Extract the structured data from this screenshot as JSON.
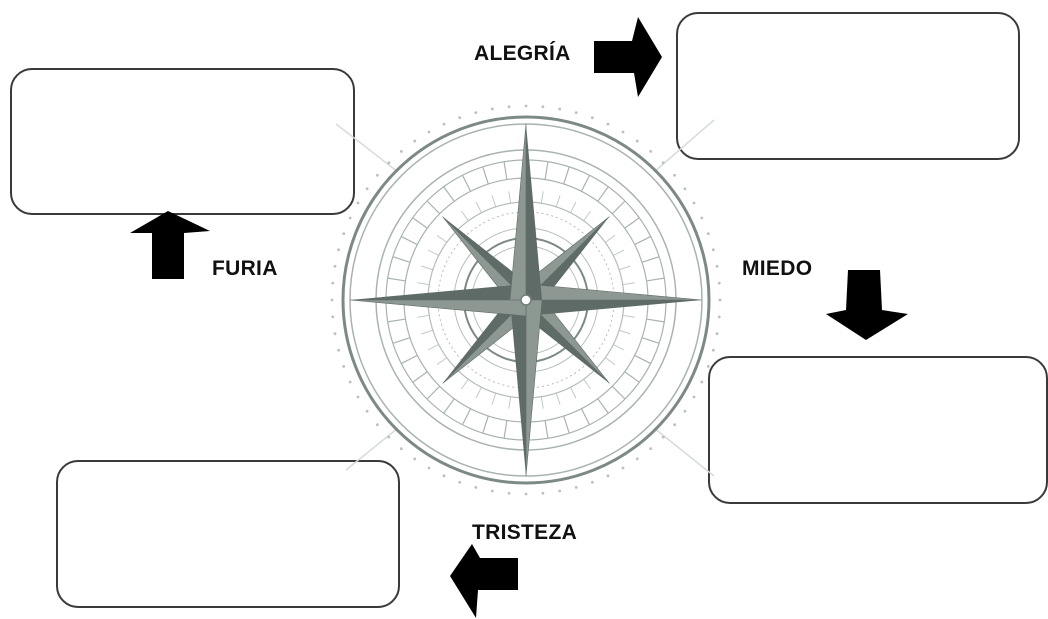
{
  "labels": {
    "joy": "ALEGRÍA",
    "fear": "MIEDO",
    "sadness": "TRISTEZA",
    "anger": "FURIA"
  },
  "colors": {
    "compass_stroke": "#9aa6a0",
    "compass_dark": "#6f7d77",
    "compass_fill": "#5f6b66",
    "arrow_fill": "#000000",
    "box_border": "#3a3a3a"
  },
  "icons": {
    "center": "compass-rose-icon",
    "arrows": "block-arrow-icon"
  }
}
